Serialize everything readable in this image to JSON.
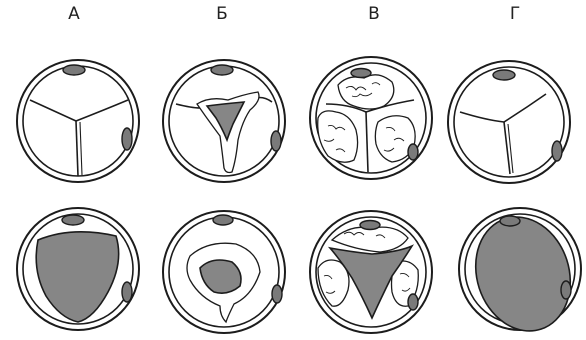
{
  "columns": [
    {
      "label": "А"
    },
    {
      "label": "Б"
    },
    {
      "label": "В"
    },
    {
      "label": "Г"
    }
  ],
  "rows": 2,
  "colors": {
    "line": "#1c1c1c",
    "shaded": "#868686",
    "nucleus": "#7a7a7a",
    "background": "#ffffff"
  }
}
